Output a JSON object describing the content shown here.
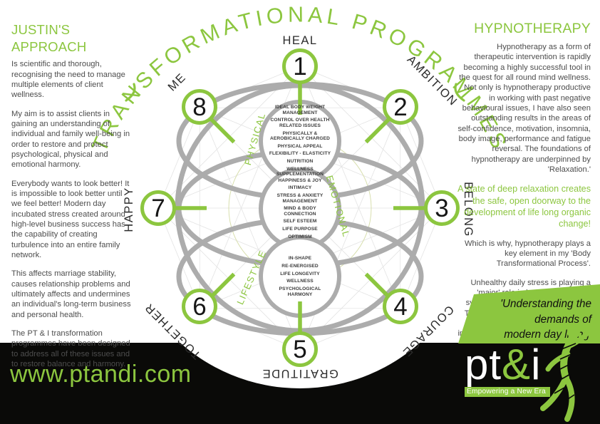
{
  "colors": {
    "green": "#8CC63F",
    "body_text": "#4d4d4d",
    "footer_black": "#0a0a08",
    "ring_gray": "#ACACAC"
  },
  "title_arc": "TRANSFORMATIONAL PROGRAMMES",
  "left_column": {
    "heading": "JUSTIN'S APPROACH",
    "paragraphs": [
      "Is scientific and thorough, recognising the need to manage multiple elements of client wellness.",
      "My aim is to assist clients in gaining an understanding of individual and family well-being in order to restore and protect psychological, physical and emotional harmony.",
      "Everybody wants to look better!  It is impossible to look better until we feel better!  Modern day incubated stress created around high-level business success has the capability of creating turbulence into an entire family network.",
      "This affects marriage stability, causes relationship problems and ultimately affects and undermines an individual's long-term business and personal health.",
      "The PT & I transformation programmes have been designed to address all of these issues and to restore balance and harmony."
    ]
  },
  "right_column": {
    "heading": "HYPNOTHERAPY",
    "intro": "Hypnotherapy as a form of therapeutic intervention is rapidly becoming a highly successful tool in the quest for all round mind wellness. Not only is hypnotherapy productive in working with past negative behavioural issues, I have also seen outstanding results in the areas of self-confidence, motivation, insomnia, body image, performance and fatigue reversal. The foundations of hypnotherapy are underpinned by 'Relaxation.'",
    "highlight": "A state of deep relaxation creates the safe, open doorway to the development of life long organic change!",
    "which_is_why": "Which is why, hypnotherapy plays a key element in my 'Body Transformational Process'.",
    "unhealthy": "Unhealthy daily stress is playing a 'major' role in keeping our bodily systems in a constant state of alert. The impacts of which are significant in the areas of abdominal fat, immune system weakness and aging!"
  },
  "wheel": {
    "nodes": [
      {
        "number": "1",
        "label": "HEAL"
      },
      {
        "number": "2",
        "label": "AMBITION"
      },
      {
        "number": "3",
        "label": "BELONG"
      },
      {
        "number": "4",
        "label": "COURAGE"
      },
      {
        "number": "5",
        "label": "GRATITUDE"
      },
      {
        "number": "6",
        "label": "TOGETHER"
      },
      {
        "number": "7",
        "label": "HAPPY"
      },
      {
        "number": "8",
        "label": "ME"
      }
    ],
    "groups": [
      {
        "name": "PHYSICAL",
        "items": [
          "IDEAL BODY WEIGHT\nMANAGEMENT",
          "CONTROL OVER HEALTH\nRELATED ISSUES",
          "PHYSICALLY &\nAEROBICALLY CHARGED",
          "PHYSICAL APPEAL",
          "FLEXIBILITY - ELASTICITY",
          "NUTRITION",
          "WELLNESS\nSUPPLEMENTATION"
        ]
      },
      {
        "name": "EMOTIONAL",
        "items": [
          "HAPPINESS & JOY",
          "INTIMACY",
          "STRESS & ANXIETY\nMANAGEMENT",
          "MIND & BODY\nCONNECTION",
          "SELF ESTEEM",
          "LIFE PURPOSE",
          "OPTIMISM"
        ]
      },
      {
        "name": "LIFESTYLE",
        "items": [
          "IN-SHAPE",
          "RE-ENERGISED",
          "LIFE LONGEVITY",
          "WELLNESS",
          "PSYCHOLOGICAL\nHARMONY"
        ]
      }
    ]
  },
  "quote_box": {
    "lines": [
      "'Understanding the",
      "demands of",
      "modern day living'"
    ]
  },
  "footer": {
    "website": "www.ptandi.com",
    "logo_pt": "pt",
    "logo_amp": "&",
    "logo_i": "i",
    "tagline": "Empowering a New Era"
  }
}
